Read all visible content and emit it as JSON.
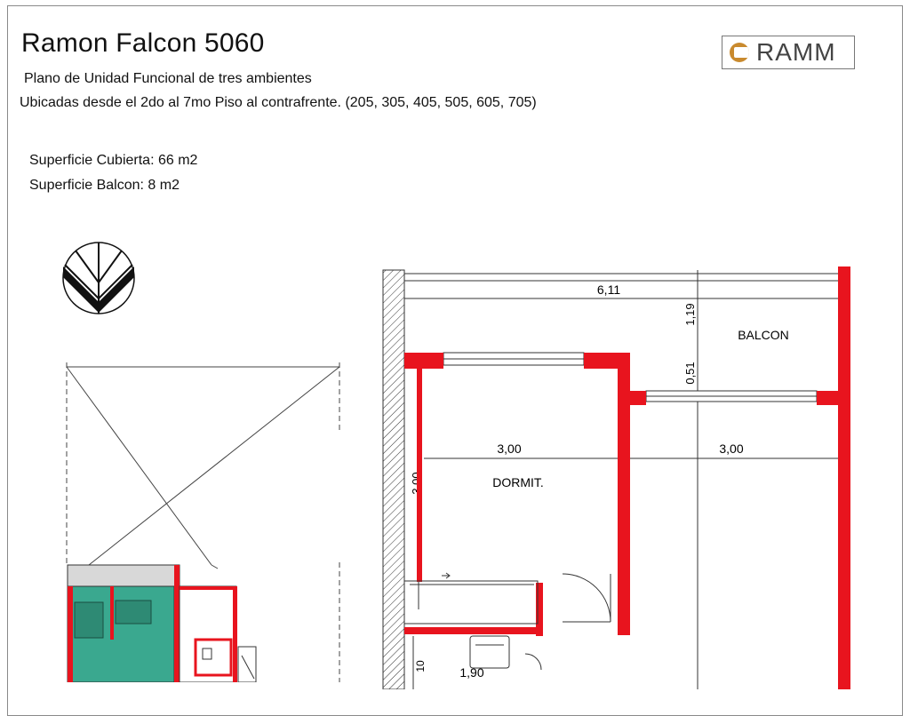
{
  "header": {
    "title": "Ramon Falcon 5060",
    "subtitle": "Plano de Unidad Funcional de tres ambientes",
    "location_line": "Ubicadas desde el 2do al 7mo Piso al contrafrente.  (205, 305, 405, 505, 605, 705)"
  },
  "areas": {
    "covered": "Superficie Cubierta: 66 m2",
    "balcony": "Superficie Balcon: 8 m2"
  },
  "logo": {
    "text": "RAMM"
  },
  "plan": {
    "rooms": {
      "balcon": "BALCON",
      "dormit": "DORMIT."
    },
    "dimensions": {
      "total_width": "6,11",
      "balcony_depth": "1,19",
      "wall_offset": "0,51",
      "dormit_width": "3,00",
      "living_width": "3,00",
      "dormit_depth": "3,00",
      "corridor_width": "1,90",
      "small_dim": "10"
    }
  },
  "colors": {
    "wall": "#e8141e",
    "teal": "#3aa88f",
    "line": "#222222"
  }
}
